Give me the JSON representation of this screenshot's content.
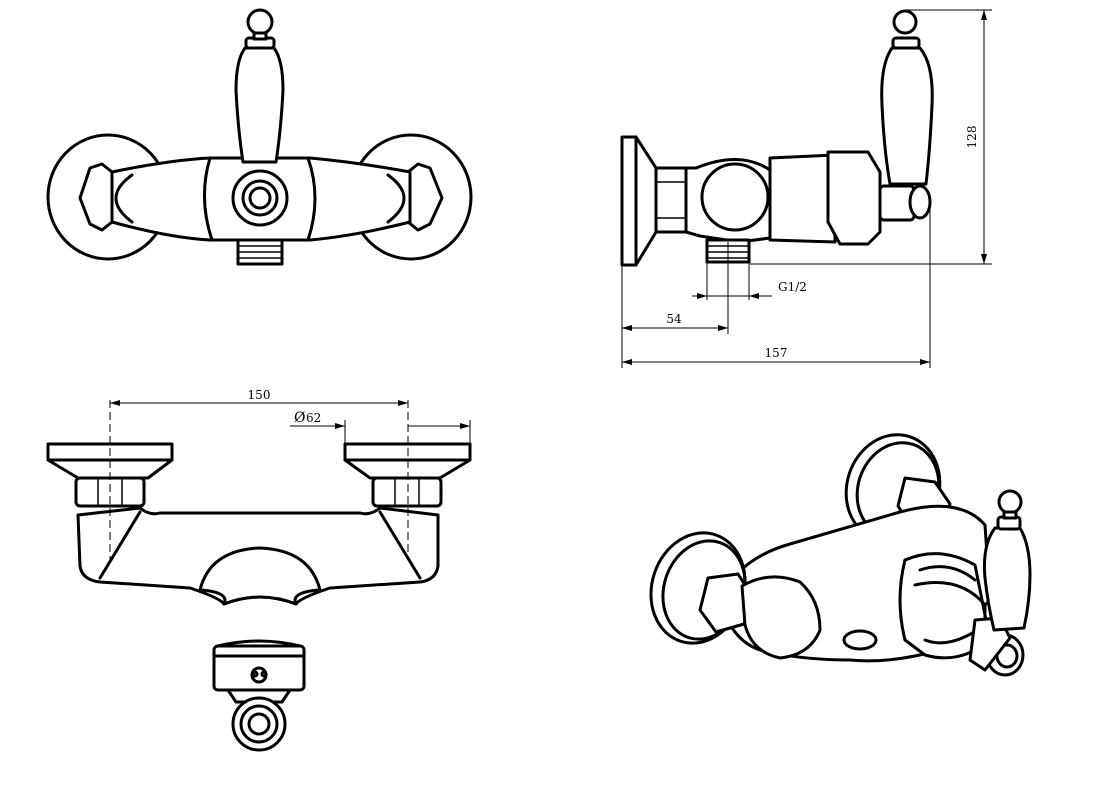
{
  "dimensions": {
    "height_total": "128",
    "thread": "G1/2",
    "depth_outlet": "54",
    "depth_total": "157",
    "centers": "150",
    "flange_diameter_symbol": "Ø",
    "flange_diameter": "62"
  },
  "colors": {
    "line": "#000000",
    "background": "#ffffff"
  }
}
